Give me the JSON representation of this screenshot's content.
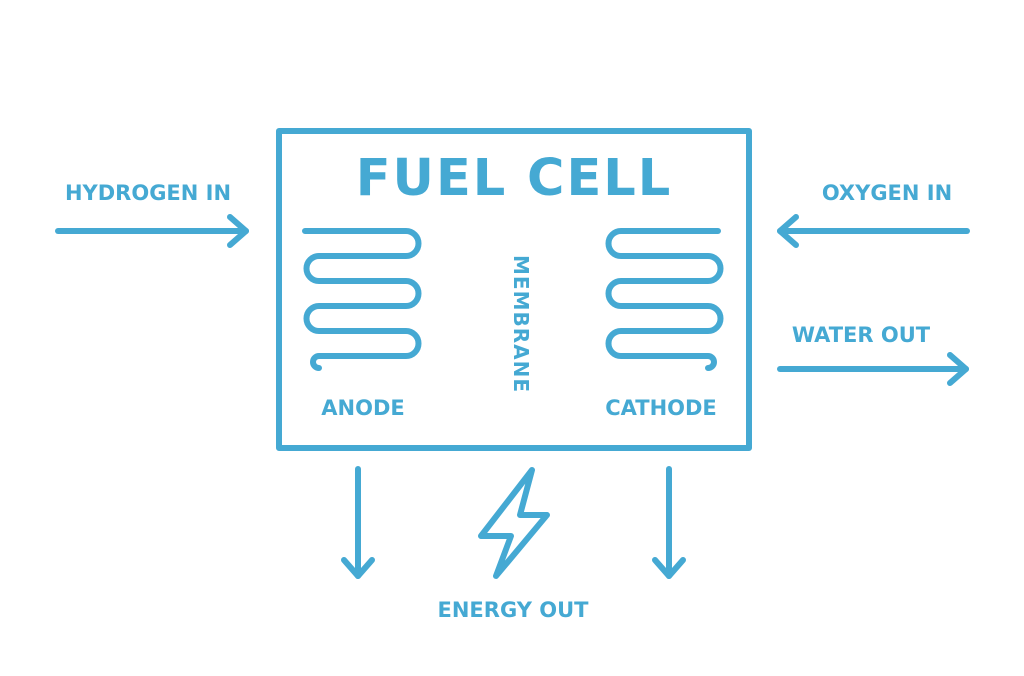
{
  "colors": {
    "primary": "#45a9d3",
    "background": "#ffffff"
  },
  "diagram": {
    "title": "FUEL CELL",
    "anode_label": "ANODE",
    "membrane_label": "MEMBRANE",
    "cathode_label": "CATHODE",
    "inputs": {
      "hydrogen": "HYDROGEN IN",
      "oxygen": "OXYGEN IN"
    },
    "outputs": {
      "water": "WATER OUT",
      "energy": "ENERGY OUT"
    },
    "icons": {
      "energy": "lightning-bolt-icon",
      "anode": "serpentine-coil-icon",
      "cathode": "serpentine-coil-icon"
    }
  }
}
